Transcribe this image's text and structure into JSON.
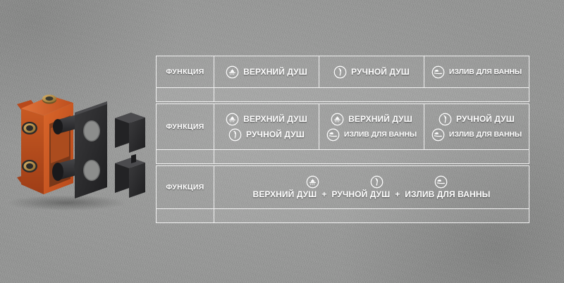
{
  "background": {
    "color": "#8c8d8c",
    "texture": "concrete"
  },
  "product": {
    "name": "concealed-shower-valve-body",
    "body_color": "#c4561f",
    "plate_color": "#2b2b2d",
    "handle_color": "#303032",
    "parts": [
      "valve-body",
      "mounting-plate",
      "handle-cube-upper",
      "handle-cube-lower"
    ]
  },
  "icons": {
    "overhead_shower": "overhead-shower-icon",
    "hand_shower": "hand-shower-icon",
    "bath_spout": "bath-spout-icon"
  },
  "table": {
    "border_color": "#f2f2f2",
    "text_color": "#ffffff",
    "function_label": "ФУНКЦИЯ",
    "plus_sign": "+",
    "rows": [
      {
        "label": "ФУНКЦИЯ",
        "type": "single",
        "columns": [
          {
            "items": [
              {
                "icon": "overhead-shower-icon",
                "text": "ВЕРХНИЙ ДУШ"
              }
            ]
          },
          {
            "items": [
              {
                "icon": "hand-shower-icon",
                "text": "РУЧНОЙ ДУШ"
              }
            ]
          },
          {
            "items": [
              {
                "icon": "bath-spout-icon",
                "text": "ИЗЛИВ ДЛЯ ВАННЫ"
              }
            ]
          }
        ]
      },
      {
        "label": "ФУНКЦИЯ",
        "type": "pair",
        "columns": [
          {
            "items": [
              {
                "icon": "overhead-shower-icon",
                "text": "ВЕРХНИЙ ДУШ"
              },
              {
                "icon": "hand-shower-icon",
                "text": "РУЧНОЙ ДУШ"
              }
            ]
          },
          {
            "items": [
              {
                "icon": "overhead-shower-icon",
                "text": "ВЕРХНИЙ ДУШ"
              },
              {
                "icon": "bath-spout-icon",
                "text": "ИЗЛИВ ДЛЯ ВАННЫ"
              }
            ]
          },
          {
            "items": [
              {
                "icon": "hand-shower-icon",
                "text": "РУЧНОЙ ДУШ"
              },
              {
                "icon": "bath-spout-icon",
                "text": "ИЗЛИВ ДЛЯ ВАННЫ"
              }
            ]
          }
        ]
      },
      {
        "label": "ФУНКЦИЯ",
        "type": "combined",
        "icons": [
          "overhead-shower-icon",
          "hand-shower-icon",
          "bath-spout-icon"
        ],
        "texts": [
          "ВЕРХНИЙ ДУШ",
          "РУЧНОЙ ДУШ",
          "ИЗЛИВ ДЛЯ ВАННЫ"
        ],
        "separators": [
          "+",
          "+"
        ]
      }
    ]
  }
}
